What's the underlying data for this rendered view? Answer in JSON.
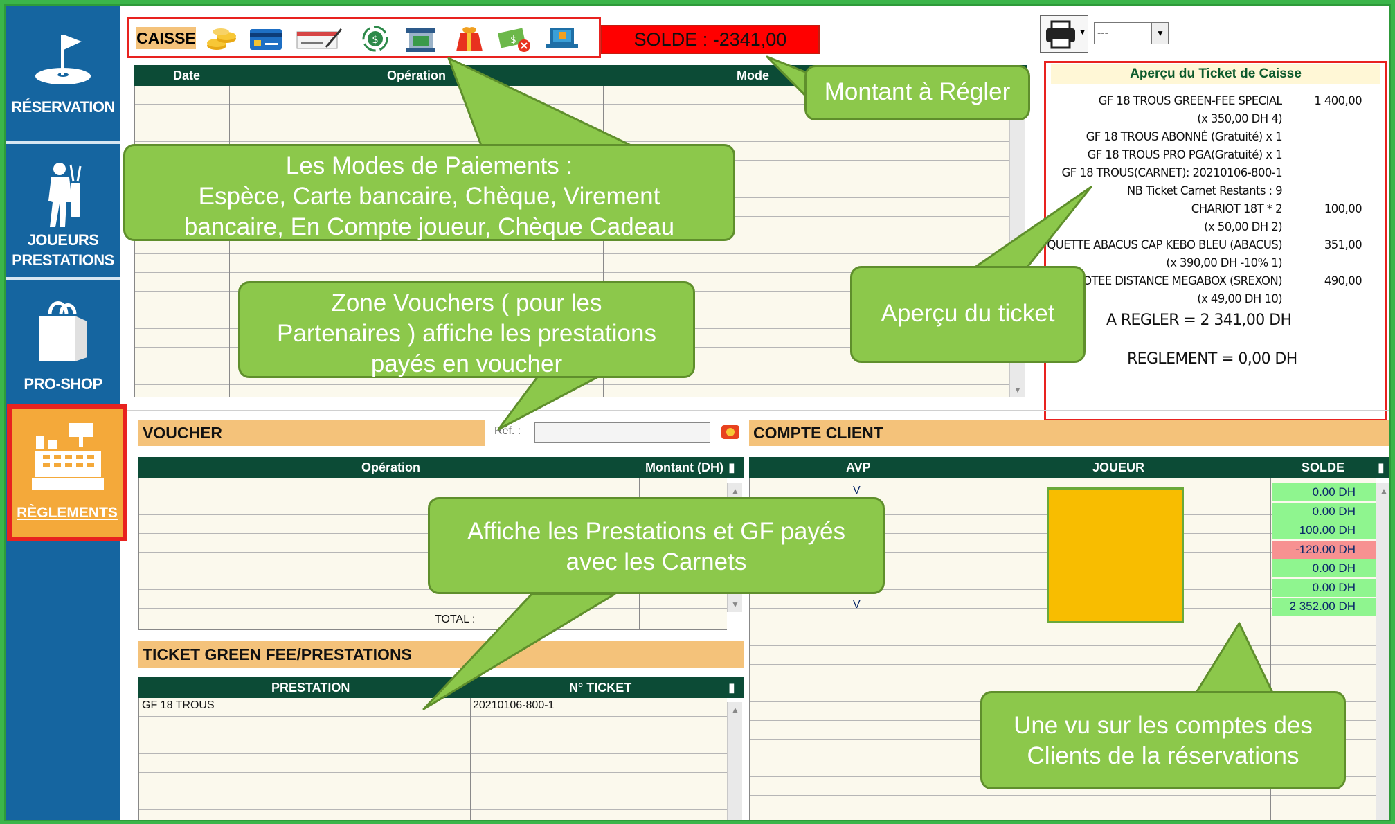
{
  "sidebar": {
    "items": [
      {
        "id": "reservation",
        "label": "RÉSERVATION",
        "icon": "golf-flag-icon"
      },
      {
        "id": "joueurs",
        "label_line1": "JOUEURS",
        "label_line2": "PRESTATIONS",
        "icon": "golfer-icon"
      },
      {
        "id": "proshop",
        "label": "PRO-SHOP",
        "icon": "shopping-bag-icon"
      },
      {
        "id": "reglements",
        "label": "RÈGLEMENTS",
        "icon": "cash-register-icon",
        "active": true
      }
    ]
  },
  "toolbar": {
    "caisse_label": "CAISSE",
    "icons": [
      "coins-icon",
      "credit-card-icon",
      "cheque-icon",
      "transfer-icon",
      "bank-icon",
      "gift-icon",
      "cancel-payment-icon",
      "laptop-icon"
    ]
  },
  "solde": "SOLDE : -2341,00",
  "print": {
    "select_value": "---"
  },
  "operations": {
    "headers": [
      "Date",
      "Opération",
      "Mode"
    ]
  },
  "ticket": {
    "title": "Aperçu du Ticket de Caisse",
    "lines": [
      {
        "label": "GF 18 TROUS GREEN-FEE SPECIAL",
        "amount": "1 400,00"
      },
      {
        "label": "(4 x 350,00 DH)",
        "amount": ""
      },
      {
        "label": "GF 18 TROUS ABONNÉ (Gratuité)  x 1",
        "amount": ""
      },
      {
        "label": "GF 18 TROUS PRO PGA(Gratuité)  x 1",
        "amount": ""
      },
      {
        "label": "GF 18 TROUS(CARNET): 20210106-800-1",
        "amount": ""
      },
      {
        "label": "NB Ticket Carnet Restants : 9",
        "amount": ""
      },
      {
        "label": "2 * CHARIOT 18T",
        "amount": "100,00"
      },
      {
        "label": "(2 x 50,00 DH)",
        "amount": ""
      },
      {
        "label": "QUETTE  ABACUS  CAP KEBO  BLEU   (ABACUS)",
        "amount": "351,00"
      },
      {
        "label": "(1 x 390,00 DH     -10%)",
        "amount": ""
      },
      {
        "label": "OGOTEE DISTANCE MEGABOX (SREXON)",
        "amount": "490,00"
      },
      {
        "label": "(10 x 49,00 DH)",
        "amount": ""
      }
    ],
    "a_regler": "A REGLER  = 2 341,00 DH",
    "reglement": "REGLEMENT = 0,00 DH"
  },
  "voucher": {
    "title": "VOUCHER",
    "ref_label": "Réf. :",
    "headers": [
      "Opération",
      "Montant (DH)"
    ],
    "total_label": "TOTAL :"
  },
  "compte_client": {
    "title": "COMPTE CLIENT",
    "headers": [
      "AVP",
      "JOUEUR",
      "SOLDE"
    ],
    "rows": [
      {
        "avp": "V",
        "solde": "0.00 DH",
        "status": "positive"
      },
      {
        "avp": "",
        "solde": "0.00 DH",
        "status": "positive"
      },
      {
        "avp": "",
        "solde": "100.00 DH",
        "status": "positive"
      },
      {
        "avp": "",
        "solde": "-120.00 DH",
        "status": "negative"
      },
      {
        "avp": "",
        "solde": "0.00 DH",
        "status": "positive"
      },
      {
        "avp": "",
        "solde": "0.00 DH",
        "status": "positive"
      },
      {
        "avp": "V",
        "solde": "2 352.00 DH",
        "status": "positive"
      }
    ],
    "colors": {
      "positive": "#8ff58f",
      "negative": "#f79191"
    }
  },
  "ticket_gf": {
    "title": "TICKET GREEN FEE/PRESTATIONS",
    "headers": [
      "PRESTATION",
      "N° TICKET"
    ],
    "rows": [
      {
        "prestation": "GF 18 TROUS",
        "ticket": "20210106-800-1"
      }
    ]
  },
  "callouts": {
    "modes": [
      "Les Modes de Paiements :",
      "Espèce, Carte bancaire, Chèque, Virement",
      "bancaire, En Compte joueur, Chèque Cadeau"
    ],
    "montant": "Montant à Régler",
    "apercu": "Aperçu du ticket",
    "vouchers": [
      "Zone Vouchers ( pour les",
      "Partenaires ) affiche les prestations",
      "payés en voucher"
    ],
    "carnets": [
      "Affiche les Prestations et GF payés",
      "avec les Carnets"
    ],
    "comptes": [
      "Une vu sur les comptes des",
      "Clients de la réservations"
    ]
  }
}
